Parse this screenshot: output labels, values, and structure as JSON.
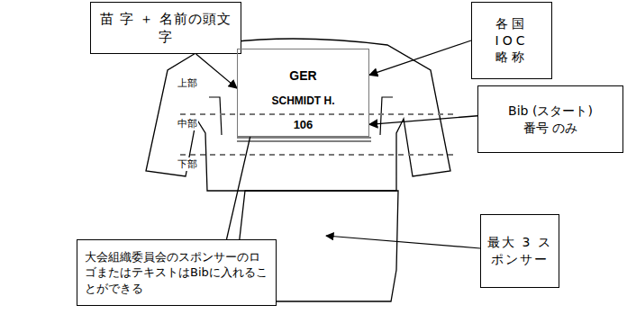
{
  "diagram": {
    "nodes": [
      {
        "text": [
          "苗 字 ＋ 名前の頭文字"
        ]
      },
      {
        "text": [
          "各国 IOC 略称"
        ]
      },
      {
        "text": [
          "GER",
          "SCHMIDT H.",
          "106"
        ]
      },
      {
        "text": [
          "Bib (スタート) 番号 のみ"
        ]
      },
      {
        "text": [
          "最大 3 スポンサー"
        ]
      },
      {
        "text": [
          "大会組織委員会のスポンサーのロゴまたはテキストはBibに入れることができる"
        ]
      }
    ],
    "edges": [
      {
        "from": 0,
        "to": 2,
        "arrow": "to"
      },
      {
        "from": 1,
        "to": 2,
        "arrow": "to"
      },
      {
        "from": 3,
        "to": 2,
        "arrow": "to"
      },
      {
        "from": 5,
        "to": 2,
        "arrow": "none"
      }
    ],
    "labels": [
      "上部",
      "中部",
      "下部"
    ]
  }
}
